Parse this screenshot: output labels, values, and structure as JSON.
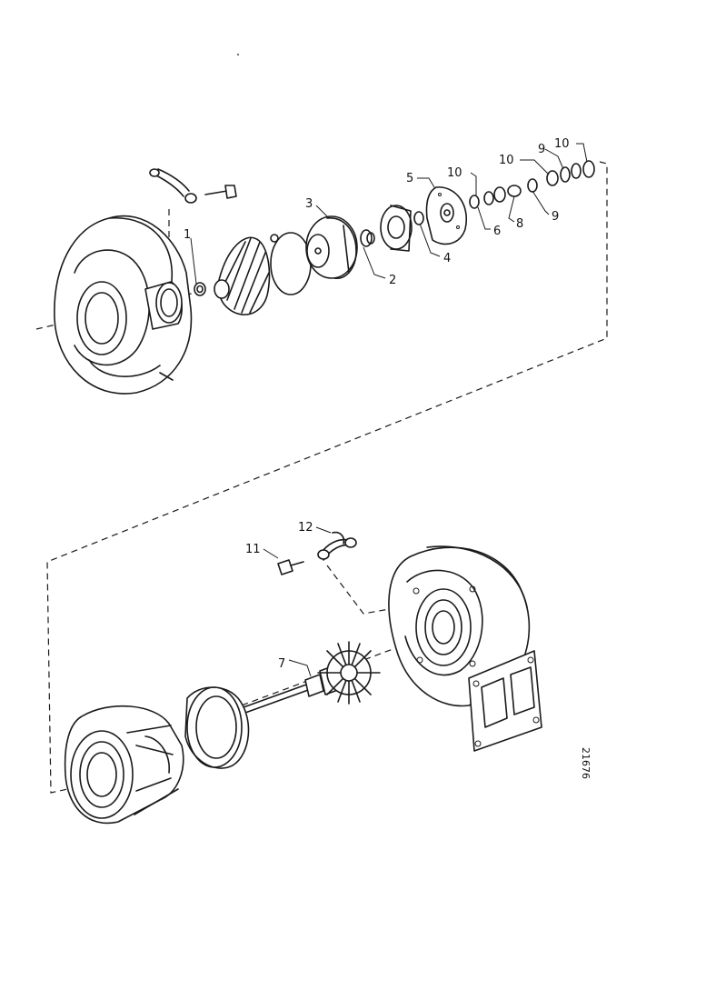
{
  "labels": {
    "p1": "1",
    "p2": "2",
    "p3": "3",
    "p4": "4",
    "p5": "5",
    "p6": "6",
    "p7": "7",
    "p8": "8",
    "p9a": "9",
    "p9b": "9",
    "p10a": "10",
    "p10b": "10",
    "p10c": "10",
    "p11": "11",
    "p12": "12"
  },
  "drawing_code": "21676"
}
